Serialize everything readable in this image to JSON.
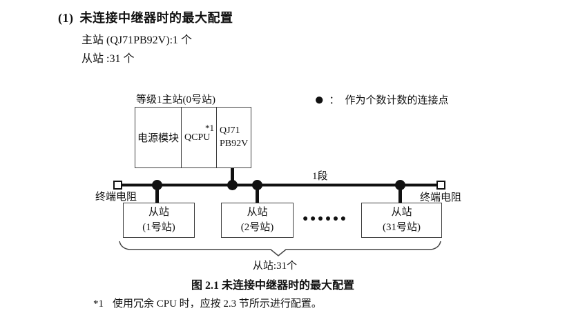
{
  "heading": {
    "number": "(1)",
    "title": "未连接中继器时的最大配置"
  },
  "intro": {
    "master_line": "主站 (QJ71PB92V):1 个",
    "slave_line": "从站 :31 个"
  },
  "legend": {
    "marker": "●",
    "colon": "：",
    "text": "作为个数计数的连接点"
  },
  "diagram": {
    "master_station_label": "等级1主站(0号站)",
    "master_box": {
      "power_module": "电源模块",
      "cpu": "QCPU",
      "cpu_note": "*1",
      "module_line1": "QJ71",
      "module_line2": "PB92V"
    },
    "segment_label": "1段",
    "terminator_left": "终端电阻",
    "terminator_right": "终端电阻",
    "slaves": [
      {
        "name": "从站",
        "station": "(1号站)"
      },
      {
        "name": "从站",
        "station": "(2号站)"
      },
      {
        "name": "从站",
        "station": "(31号站)"
      }
    ],
    "ellipsis": "●●●●●●",
    "brace_label": "从站:31个"
  },
  "caption": "图 2.1 未连接中继器时的最大配置",
  "footnote": {
    "marker": "*1",
    "text": "使用冗余 CPU 时，应按 2.3 节所示进行配置。"
  }
}
